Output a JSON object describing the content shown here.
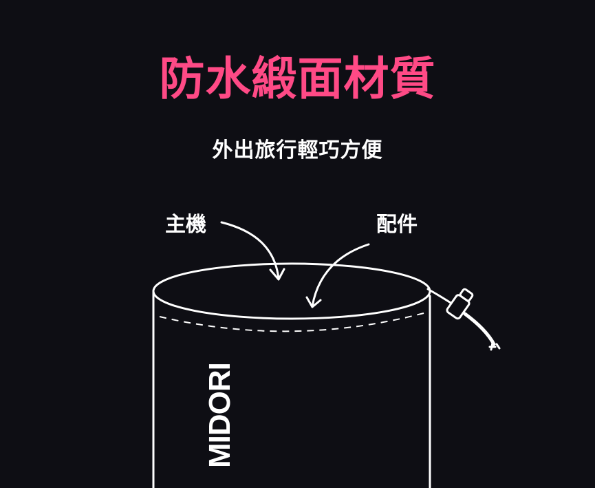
{
  "headline": "防水緞面材質",
  "subheadline": "外出旅行輕巧方便",
  "labels": {
    "main_unit": "主機",
    "accessories": "配件"
  },
  "brand": "MIDORI",
  "colors": {
    "background": "#0e0e14",
    "accent": "#ff4a86",
    "line": "#ffffff"
  }
}
